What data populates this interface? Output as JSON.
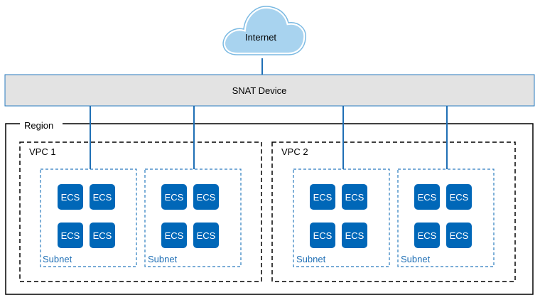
{
  "internet_label": "Internet",
  "snat_label": "SNAT Device",
  "region_label": "Region",
  "vpcs": [
    {
      "label": "VPC 1",
      "subnets": [
        {
          "label": "Subnet",
          "instances": [
            "ECS",
            "ECS",
            "ECS",
            "ECS"
          ]
        },
        {
          "label": "Subnet",
          "instances": [
            "ECS",
            "ECS",
            "ECS",
            "ECS"
          ]
        }
      ]
    },
    {
      "label": "VPC 2",
      "subnets": [
        {
          "label": "Subnet",
          "instances": [
            "ECS",
            "ECS",
            "ECS",
            "ECS"
          ]
        },
        {
          "label": "Subnet",
          "instances": [
            "ECS",
            "ECS",
            "ECS",
            "ECS"
          ]
        }
      ]
    }
  ],
  "colors": {
    "cloud_fill": "#a8d3ef",
    "cloud_outline": "#7ab9e2",
    "link_line": "#1f6fb5",
    "snat_fill": "#e3e3e3",
    "snat_border": "#2a7bbf",
    "ecs_fill": "#0067b8",
    "subnet_border": "#2a7bbf"
  }
}
